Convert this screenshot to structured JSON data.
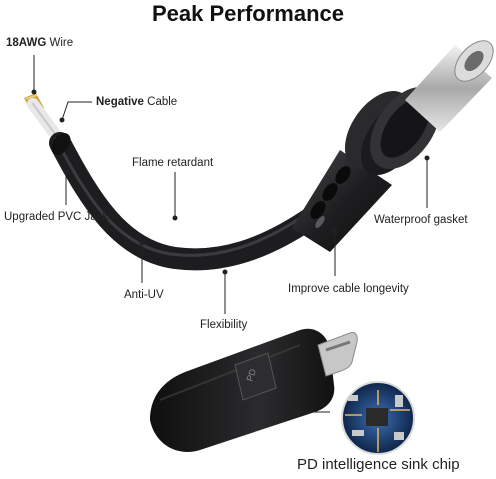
{
  "title": "Peak Performance",
  "labels": {
    "wire_bold": "18AWG",
    "wire_rest": " Wire",
    "negative_bold": "Negative",
    "negative_rest": " Cable",
    "flame": "Flame retardant",
    "pvc": "Upgraded PVC Jacket",
    "waterproof": "Waterproof gasket",
    "anti_uv": "Anti-UV",
    "longevity": "Improve cable longevity",
    "flexibility": "Flexibility",
    "pd_chip": "PD intelligence sink chip"
  },
  "connector_marking": "PD",
  "colors": {
    "cable": "#1d1d1f",
    "metal_tip": "#c9c9c9",
    "copper": "#d4a443",
    "line": "#222222"
  }
}
